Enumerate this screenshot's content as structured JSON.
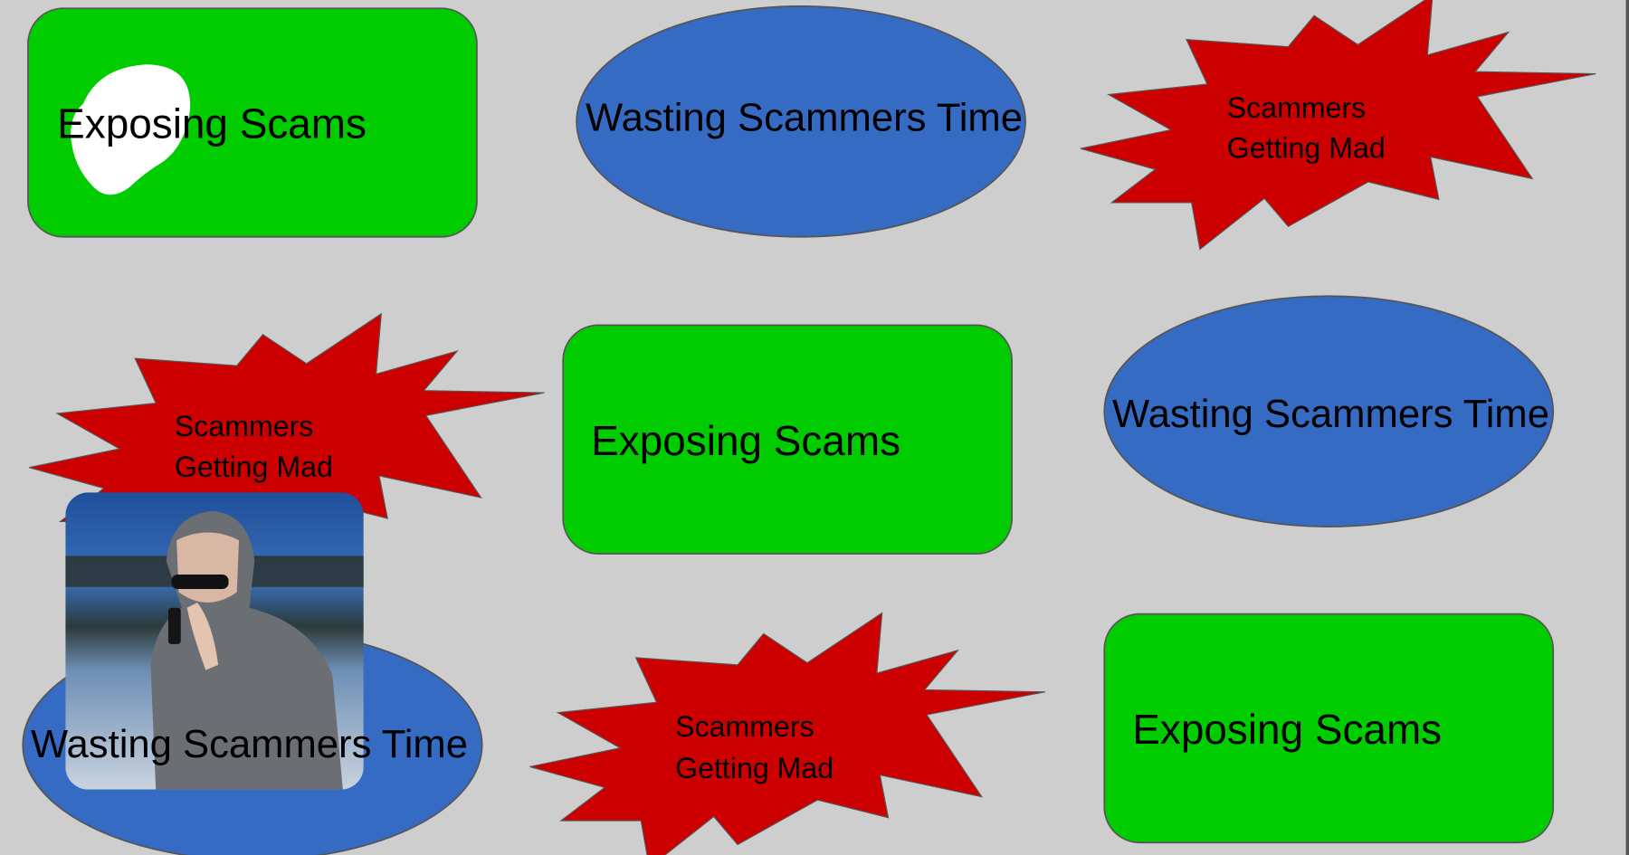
{
  "shapes": {
    "exposing_label": "Exposing Scams",
    "wasting_label": "Wasting Scammers Time",
    "mad_line1": "Scammers",
    "mad_line2": "Getting Mad"
  },
  "colors": {
    "background": "#cecece",
    "green": "#00cc00",
    "blue": "#366bc4",
    "red": "#cc0000"
  }
}
